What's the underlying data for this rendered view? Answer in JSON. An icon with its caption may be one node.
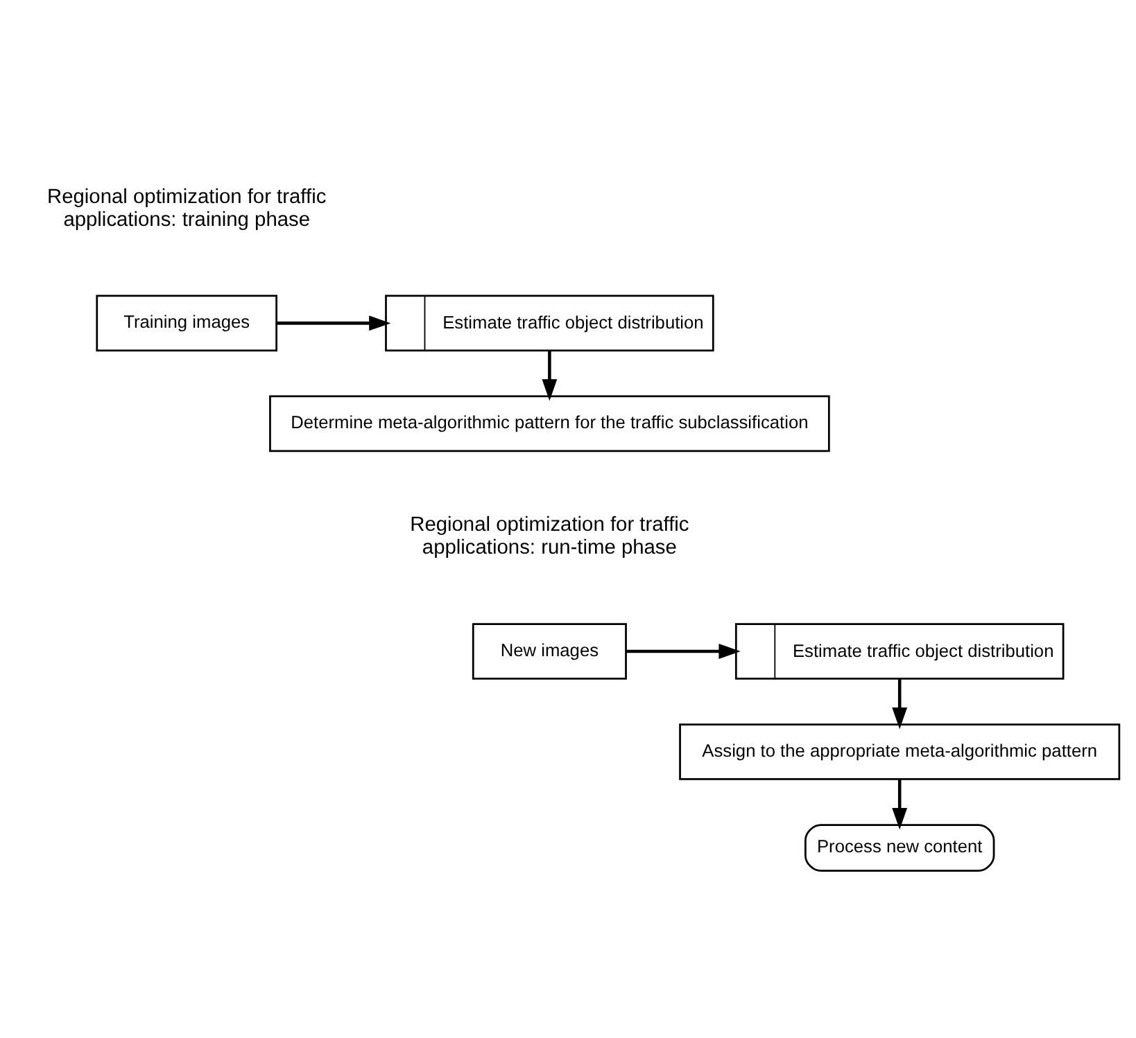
{
  "diagram": {
    "nodes": [
      {
        "text": [
          "Training images"
        ]
      },
      {
        "text": [
          "Estimate traffic object distribution"
        ]
      },
      {
        "text": [
          "Determine meta-algorithmic pattern for the traffic subclassification"
        ]
      },
      {
        "text": [
          "New images"
        ]
      },
      {
        "text": [
          "Estimate traffic object distribution"
        ]
      },
      {
        "text": [
          "Assign to the appropriate meta-algorithmic pattern"
        ]
      },
      {
        "text": [
          "Process new content"
        ]
      }
    ],
    "edges": [
      {
        "from": 0,
        "to": 1,
        "arrow": "to"
      },
      {
        "from": 1,
        "to": 2,
        "arrow": "to"
      },
      {
        "from": 3,
        "to": 4,
        "arrow": "to"
      },
      {
        "from": 4,
        "to": 5,
        "arrow": "to"
      },
      {
        "from": 5,
        "to": 6,
        "arrow": "to"
      }
    ],
    "labels": [
      "Regional optimization for traffic applications: training phase",
      "Regional optimization for traffic applications: run-time phase"
    ]
  }
}
